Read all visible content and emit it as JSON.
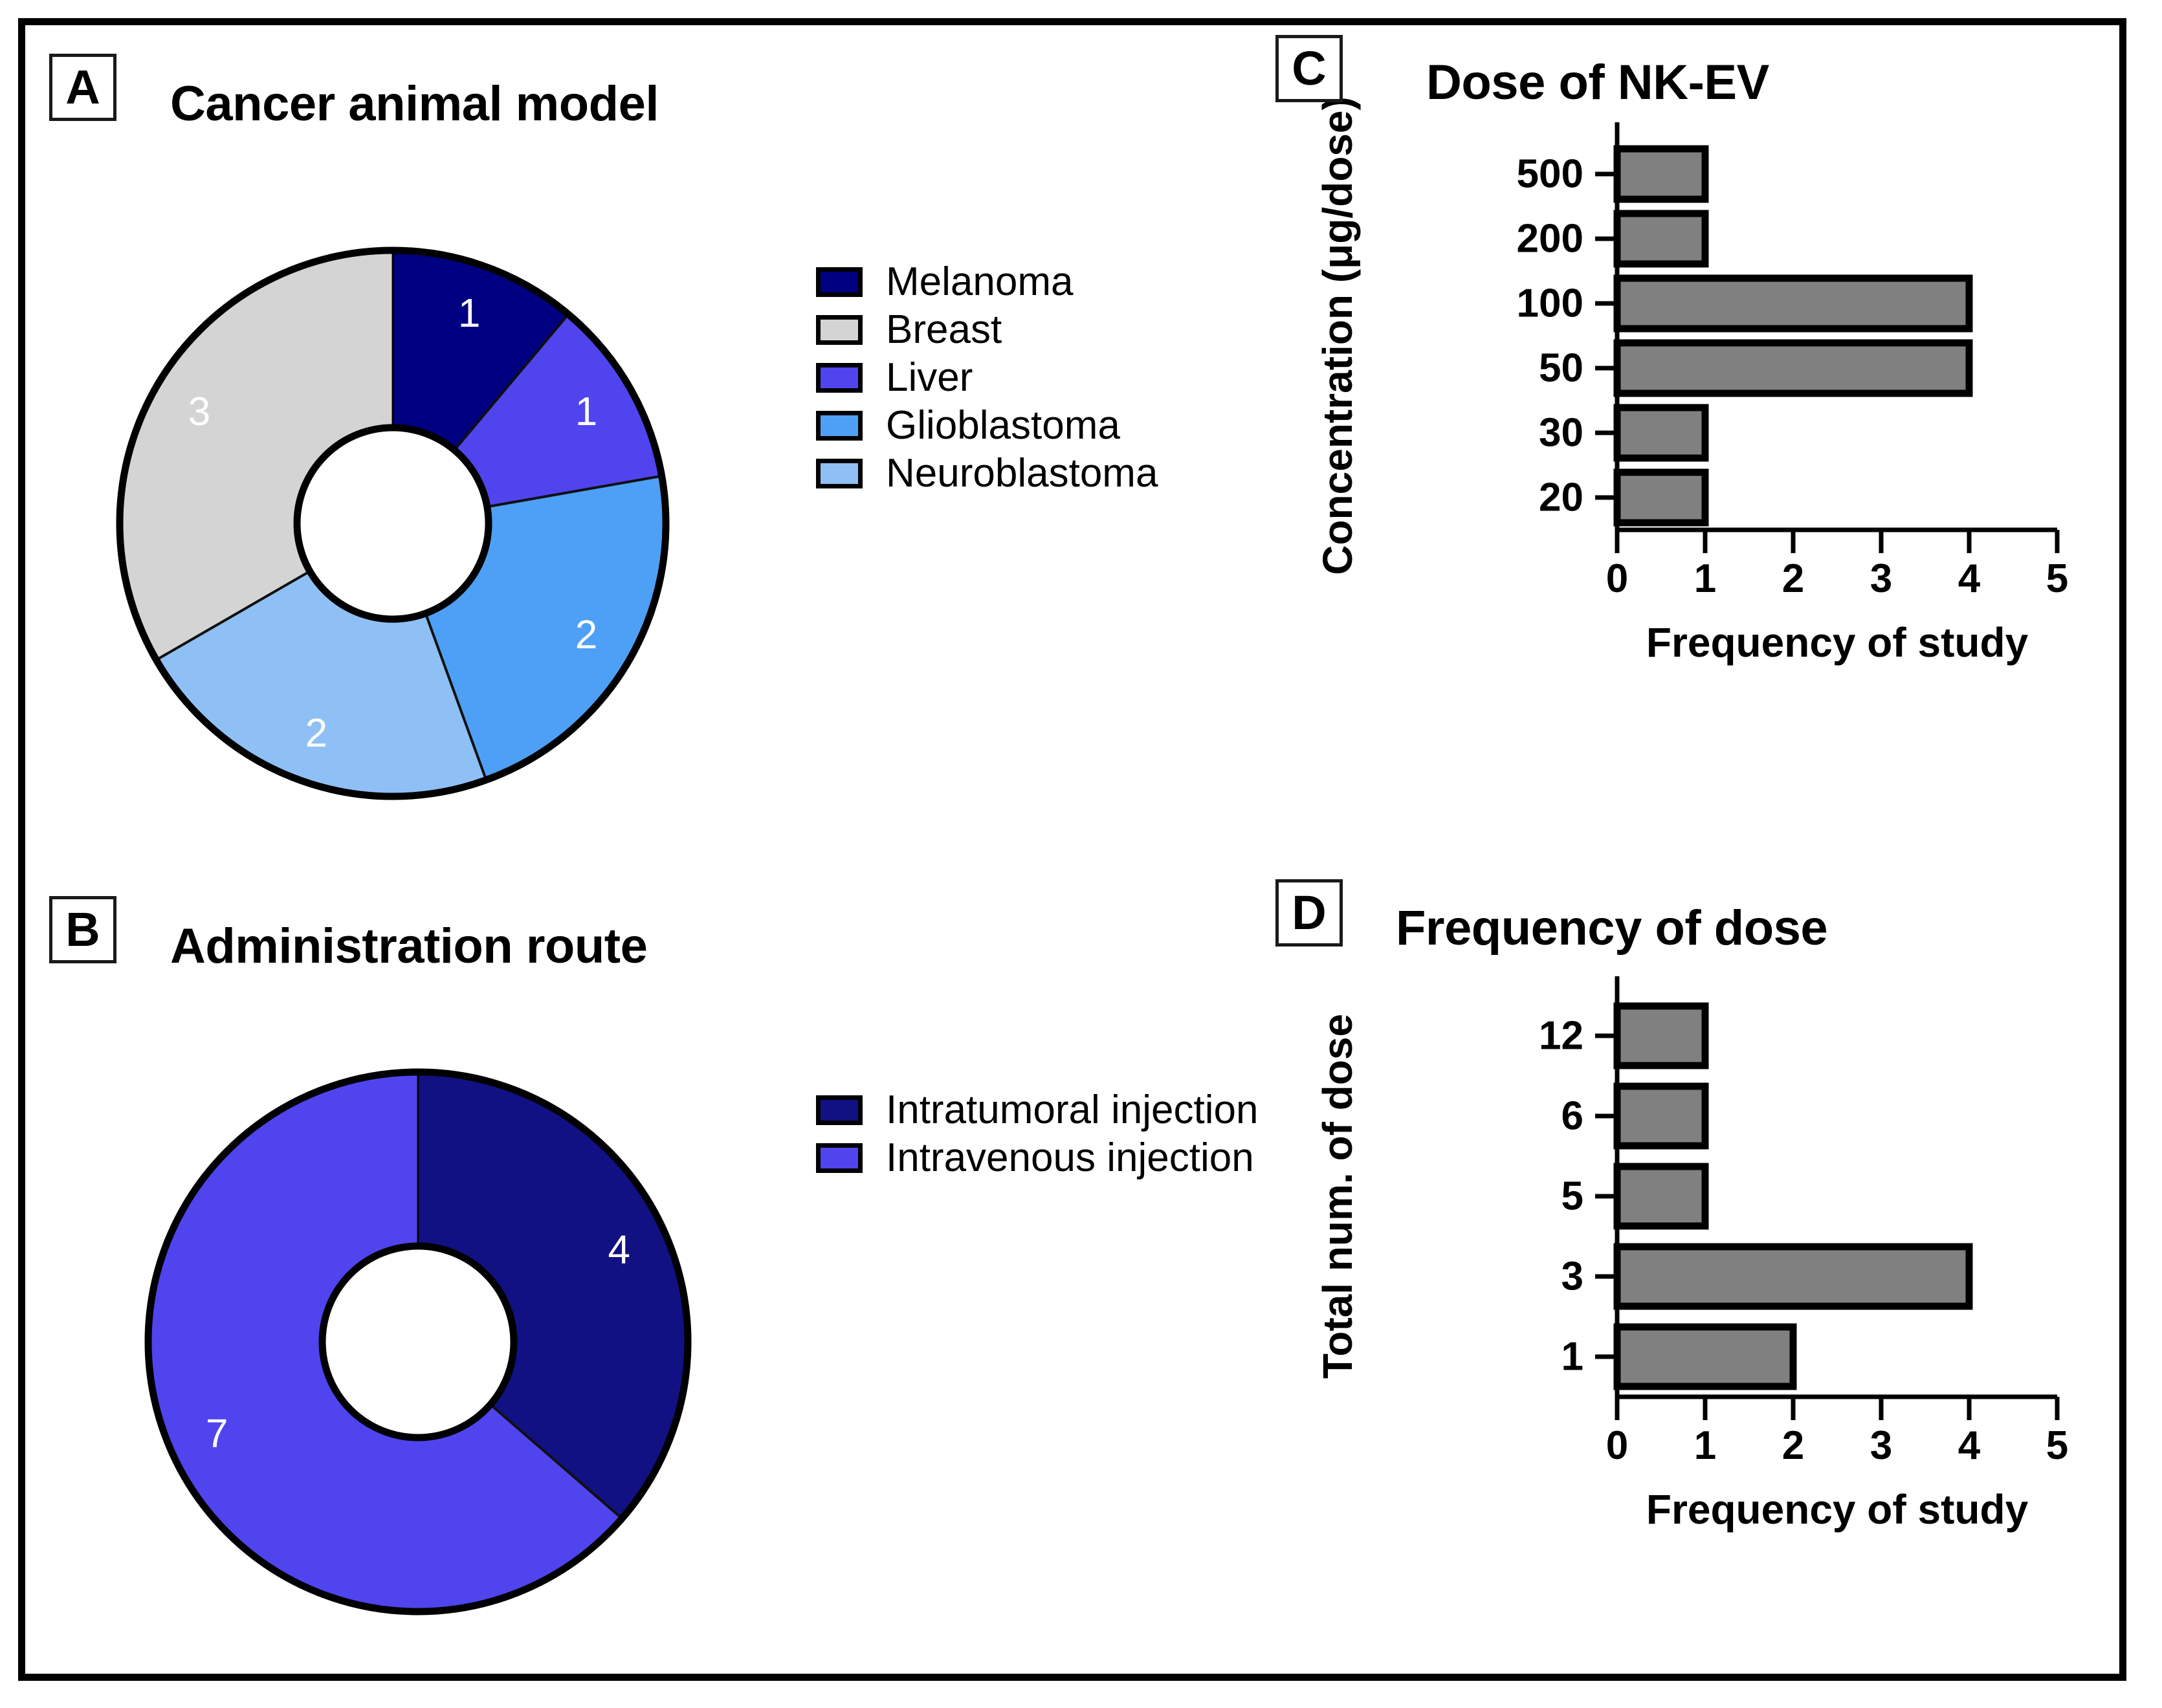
{
  "figure": {
    "background": "#ffffff",
    "border_color": "#000000"
  },
  "panels": {
    "a": {
      "label": "A",
      "title": "Cancer animal model"
    },
    "b": {
      "label": "B",
      "title": "Administration route"
    },
    "c": {
      "label": "C",
      "title": "Dose of NK-EV"
    },
    "d": {
      "label": "D",
      "title": "Frequency of dose"
    }
  },
  "chart_data": [
    {
      "id": "panel-a",
      "type": "pie",
      "title": "Cancer animal model",
      "subtype": "donut",
      "total": 9,
      "legend_position": "right",
      "slices": [
        {
          "label": "Melanoma",
          "value": 1,
          "color": "#000080"
        },
        {
          "label": "Liver",
          "value": 1,
          "color": "#5044EE"
        },
        {
          "label": "Glioblastoma",
          "value": 2,
          "color": "#4DA0F5"
        },
        {
          "label": "Neuroblastoma",
          "value": 2,
          "color": "#8FC0F5"
        },
        {
          "label": "Breast",
          "value": 3,
          "color": "#D4D4D4"
        }
      ],
      "legend": [
        {
          "label": "Melanoma",
          "color": "#000080"
        },
        {
          "label": "Breast",
          "color": "#D4D4D4"
        },
        {
          "label": "Liver",
          "color": "#5044EE"
        },
        {
          "label": "Glioblastoma",
          "color": "#4DA0F5"
        },
        {
          "label": "Neuroblastoma",
          "color": "#8FC0F5"
        }
      ]
    },
    {
      "id": "panel-b",
      "type": "pie",
      "title": "Administration route",
      "subtype": "donut",
      "total": 11,
      "legend_position": "right",
      "slices": [
        {
          "label": "Intratumoral injection",
          "value": 4,
          "color": "#111183"
        },
        {
          "label": "Intravenous injection",
          "value": 7,
          "color": "#5044EE"
        }
      ],
      "legend": [
        {
          "label": "Intratumoral injection",
          "color": "#111183"
        },
        {
          "label": "Intravenous injection",
          "color": "#5044EE"
        }
      ]
    },
    {
      "id": "panel-c",
      "type": "bar",
      "orientation": "horizontal",
      "title": "Dose of NK-EV",
      "xlabel": "Frequency of study",
      "ylabel": "Concentration (μg/dose)",
      "categories": [
        "500",
        "200",
        "100",
        "50",
        "30",
        "20"
      ],
      "values": [
        1,
        1,
        4,
        4,
        1,
        1
      ],
      "xlim": [
        0,
        5
      ],
      "xticks": [
        "0",
        "1",
        "2",
        "3",
        "4",
        "5"
      ],
      "grid": false,
      "bar_color": "#808080",
      "bar_edge_color": "#000000"
    },
    {
      "id": "panel-d",
      "type": "bar",
      "orientation": "horizontal",
      "title": "Frequency of dose",
      "xlabel": "Frequency of study",
      "ylabel": "Total num. of dose",
      "categories": [
        "12",
        "6",
        "5",
        "3",
        "1"
      ],
      "values": [
        1,
        1,
        1,
        4,
        2
      ],
      "xlim": [
        0,
        5
      ],
      "xticks": [
        "0",
        "1",
        "2",
        "3",
        "4",
        "5"
      ],
      "grid": false,
      "bar_color": "#808080",
      "bar_edge_color": "#000000"
    }
  ]
}
